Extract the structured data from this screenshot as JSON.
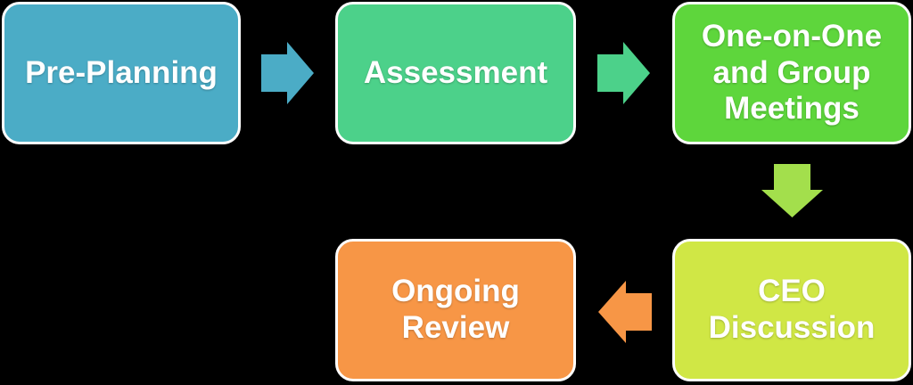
{
  "diagram": {
    "background_color": "#000000",
    "text_color": "#FFFFFF",
    "nodes": [
      {
        "id": "pre-planning",
        "label": "Pre-Planning",
        "lines": [
          "Pre-Planning"
        ],
        "color": "#4BACC6"
      },
      {
        "id": "assessment",
        "label": "Assessment",
        "lines": [
          "Assessment"
        ],
        "color": "#4CD18A"
      },
      {
        "id": "one-on-one-and-group-meetings",
        "label": "One-on-One and Group Meetings",
        "lines": [
          "One-on-One",
          "and Group",
          "Meetings"
        ],
        "color": "#5ED63C"
      },
      {
        "id": "ongoing-review",
        "label": "Ongoing Review",
        "lines": [
          "Ongoing",
          "Review"
        ],
        "color": "#F79646"
      },
      {
        "id": "ceo-discussion",
        "label": "CEO Discussion",
        "lines": [
          "CEO",
          "Discussion"
        ],
        "color": "#D0E745"
      }
    ],
    "arrows": [
      {
        "id": "pre-planning-to-assessment",
        "direction": "right",
        "color": "#4BACC6"
      },
      {
        "id": "assessment-to-meetings",
        "direction": "right",
        "color": "#4CD18A"
      },
      {
        "id": "meetings-to-ceo-discussion",
        "direction": "down",
        "color": "#A3DF4C"
      },
      {
        "id": "ceo-discussion-to-ongoing-review",
        "direction": "left",
        "color": "#F79646"
      }
    ]
  }
}
